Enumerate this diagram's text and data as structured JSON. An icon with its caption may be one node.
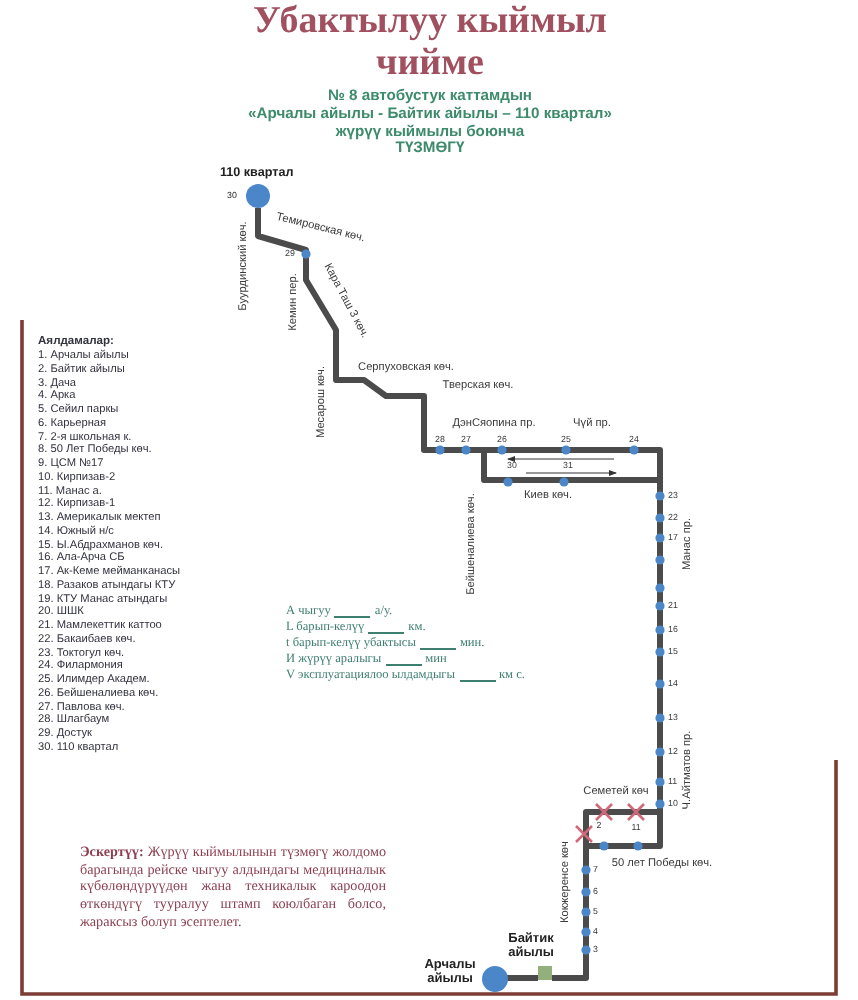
{
  "diagram": {
    "title": "Убактылуу кыймыл чийме",
    "nodes": [
      {
        "text": [],
        "shape": "circle",
        "beside": [
          "110 квартал",
          "30"
        ]
      },
      {
        "text": [],
        "shape": "box",
        "beside": [
          "Байтик айылы"
        ]
      },
      {
        "text": [],
        "shape": "circle",
        "beside": [
          "Арчалы айылы"
        ]
      }
    ],
    "edges": [
      {
        "from": 2,
        "to": 1,
        "arrow": "none"
      },
      {
        "from": 1,
        "to": 0,
        "arrow": "none"
      }
    ],
    "labels": [
      "№ 8 автобустук каттамдын",
      "«Арчалы айылы - Байтик айылы – 110 квартал»",
      "жүрүү кыймылы боюнча",
      "ТҮЗМӨГҮ",
      "Буурдинский көч.",
      "Темировская көч.",
      "Кемин пер.",
      "Кара Таш 3 көч.",
      "29",
      "Месарош көч.",
      "Серпуховская көч.",
      "Тверская көч.",
      "ДэнСяопина пр.",
      "Чүй пр.",
      "28",
      "27",
      "26",
      "25",
      "24",
      "30",
      "31",
      "Киев көч.",
      "Бейшеналиева көч.",
      "23",
      "22",
      "17",
      "21",
      "16",
      "15",
      "14",
      "13",
      "12",
      "11",
      "10",
      "Манас пр.",
      "Ч.Айтматов пр.",
      "Семетей көч",
      "2",
      "11",
      "50 лет Победы көч.",
      "Кокжеренсе көч",
      "7",
      "6",
      "5",
      "4",
      "3",
      "Аялдамалар:",
      "1. Арчалы айылы",
      "2. Байтик айылы",
      "3. Дача",
      "4. Арка",
      "5. Сейил паркы",
      "6. Карьерная",
      "7. 2-я школьная к.",
      "8. 50 Лет Победы көч.",
      "9. ЦСМ №17",
      "10. Кирпизав-2",
      "11. Манас а.",
      "12. Кирпизав-1",
      "13. Америкалык мектеп",
      "14. Южный н/с",
      "15. Ы.Абдрахманов көч.",
      "16. Ала-Арча СБ",
      "17. Ак-Кеме мейманканасы",
      "18. Разаков атындагы КТУ",
      "19. КТУ Манас атындагы",
      "20. ШШК",
      "21. Мамлекеттик каттоо",
      "22. Бакаибаев көч.",
      "23. Токтогул көч.",
      "24. Филармония",
      "25. Илимдер Академ.",
      "26. Бейшеналиева көч.",
      "27. Павлова көч.",
      "28. Шлагбаум",
      "29. Достук",
      "30. 110 квартал",
      "А чыгуу",
      "а/у.",
      "L барып-келүү",
      "км.",
      "t барып-келүү убактысы",
      "мин.",
      "И жүрүү аралыгы",
      "мин",
      "V эксплуатациялоо ылдамдыгы",
      "км с.",
      "**Эскертүү:** Жүрүү кыймылынын түзмөгү жолдомо барагында рейске чыгуу алдындагы медициналык күбөлөндүрүүдөн жана техникалык кароодон өткөндүгү тууралуу штамп коюлбаган болсо, жараксыз болуп эсептелет."
    ]
  }
}
